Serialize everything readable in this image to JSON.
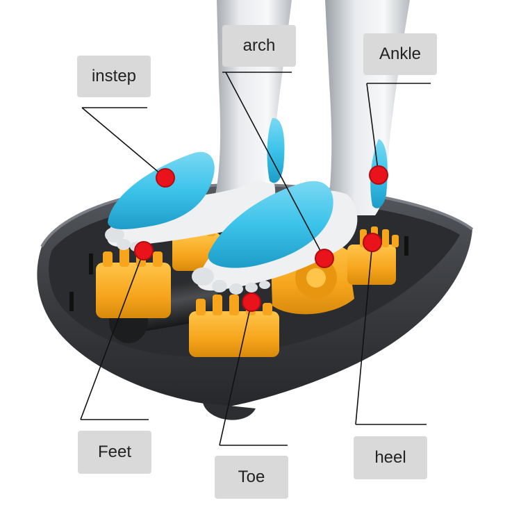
{
  "labels": {
    "instep": "instep",
    "arch": "arch",
    "ankle": "Ankle",
    "feet": "Feet",
    "toe": "Toe",
    "heel": "heel"
  },
  "colors": {
    "marker": "#e8131b",
    "pad": "#3cc3ea",
    "roller": "#f6a51c",
    "housing": "#3a3c40",
    "label_bg": "#d9d9d9"
  }
}
